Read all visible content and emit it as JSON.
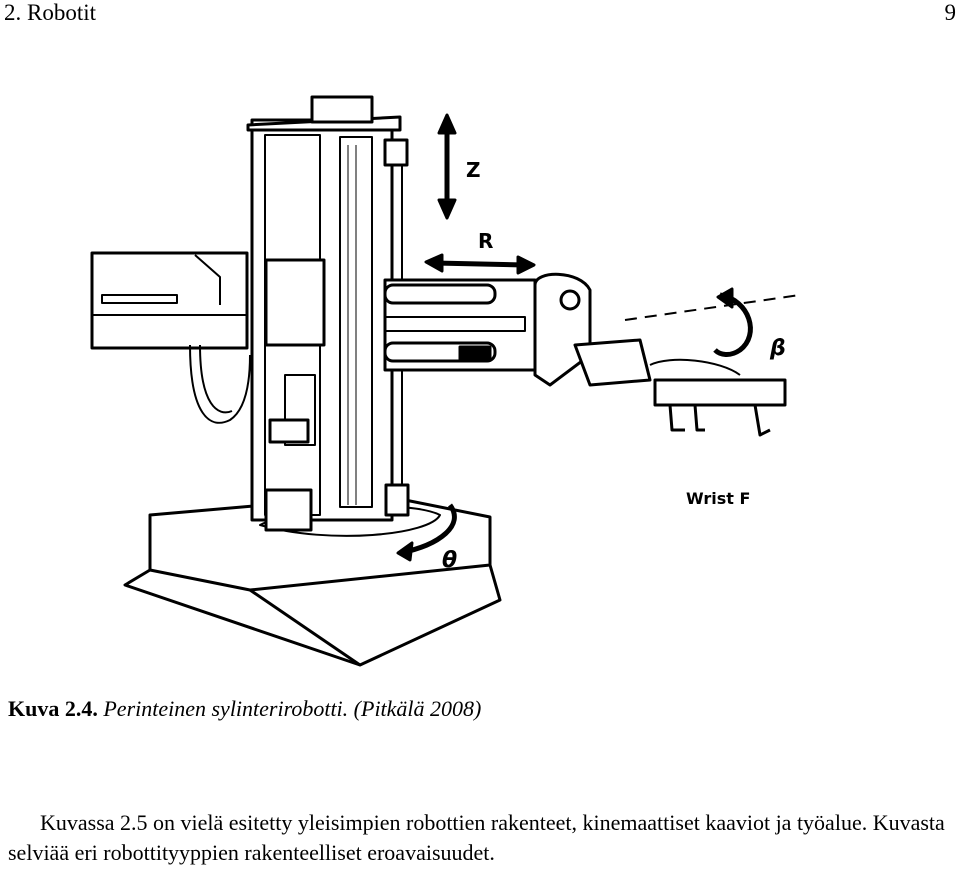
{
  "header": {
    "chapter": "2. Robotit",
    "page_number": "9"
  },
  "figure": {
    "labels": {
      "z": "Z",
      "r": "R",
      "beta": "β",
      "theta": "θ",
      "wrist": "Wrist F"
    }
  },
  "caption": {
    "label": "Kuva 2.4.",
    "text": " Perinteinen sylinterirobotti. (Pitkälä 2008)"
  },
  "paragraph": "Kuvassa 2.5 on vielä esitetty yleisimpien robottien rakenteet, kinemaattiset kaaviot ja työalue. Kuvasta selviää eri robottityyppien rakenteelliset eroavaisuudet."
}
